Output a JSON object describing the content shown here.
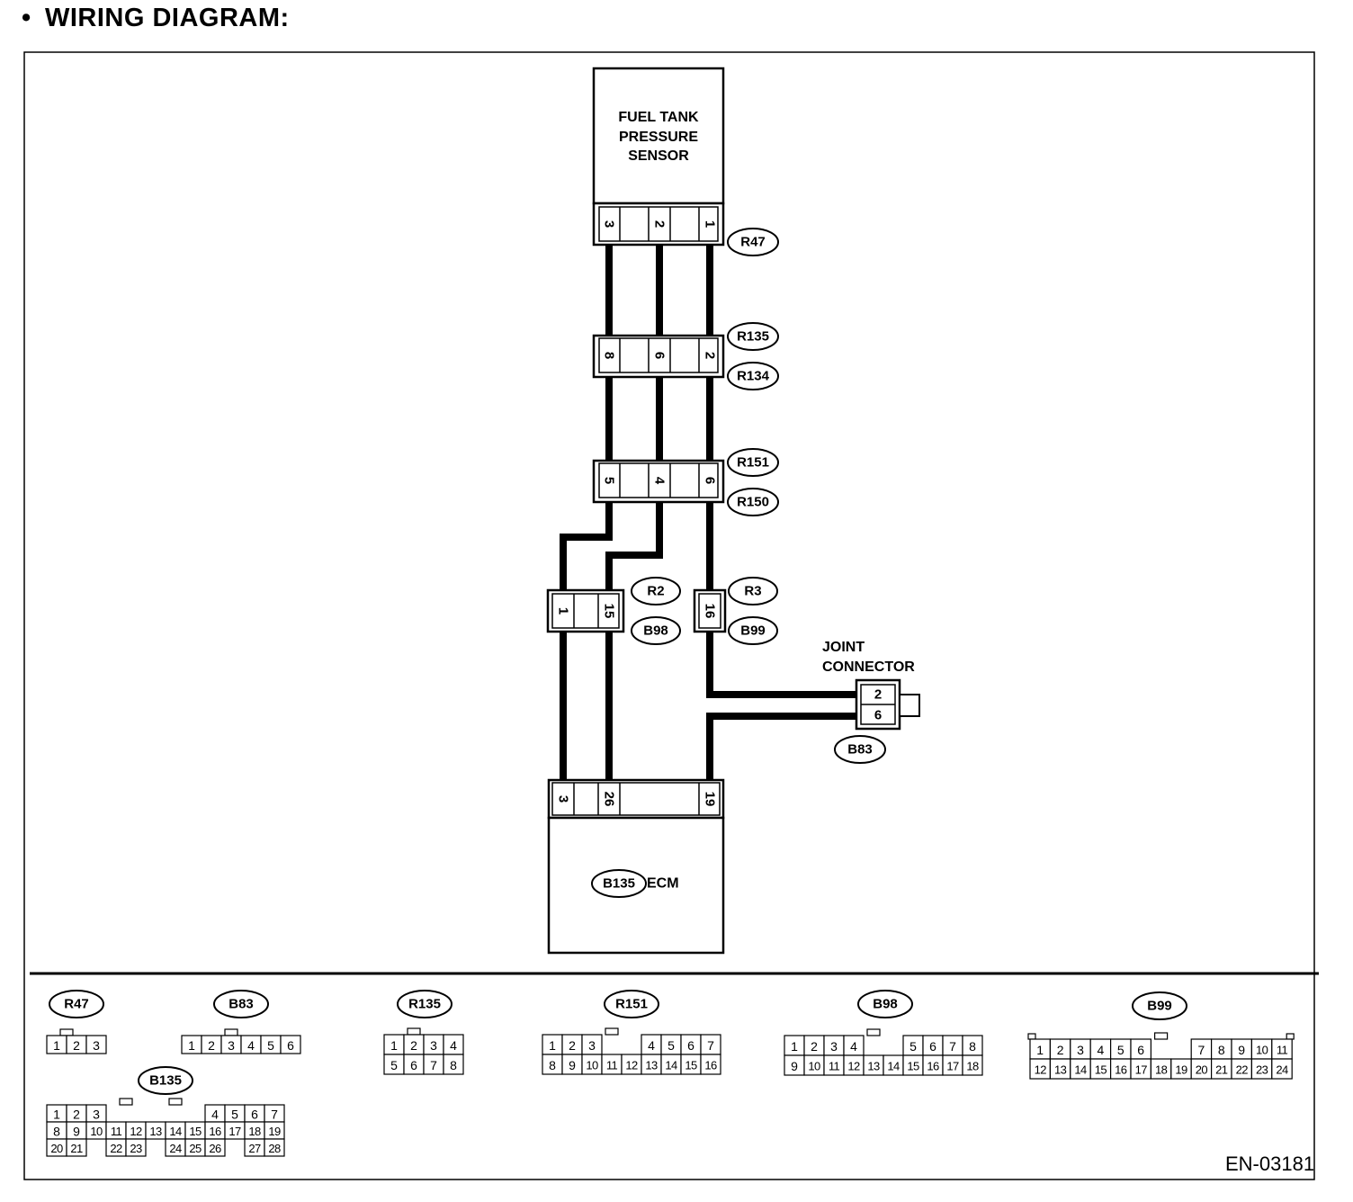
{
  "heading": {
    "bullet": "•",
    "title": "WIRING DIAGRAM:"
  },
  "components": {
    "sensor": [
      "FUEL TANK",
      "PRESSURE",
      "SENSOR"
    ],
    "ecm_connector": "B135",
    "ecm_name": "ECM",
    "joint_title": [
      "JOINT",
      "CONNECTOR"
    ]
  },
  "connectors": {
    "r47": {
      "label": "R47",
      "pins": [
        "3",
        "2",
        "1"
      ]
    },
    "r135_r134": {
      "labels": [
        "R135",
        "R134"
      ],
      "pins": [
        "8",
        "6",
        "2"
      ]
    },
    "r151_r150": {
      "labels": [
        "R151",
        "R150"
      ],
      "pins": [
        "5",
        "4",
        "6"
      ]
    },
    "r2_b98": {
      "labels": [
        "R2",
        "B98"
      ],
      "pins": [
        "1",
        "15"
      ]
    },
    "r3_b99": {
      "labels": [
        "R3",
        "B99"
      ],
      "pins": [
        "16"
      ]
    },
    "joint": {
      "label": "B83",
      "pins": [
        "2",
        "6"
      ]
    },
    "ecm": {
      "pins": [
        "3",
        "26",
        "19"
      ]
    }
  },
  "legend": {
    "r47": {
      "label": "R47",
      "rows": [
        [
          "1",
          "2",
          "3"
        ]
      ]
    },
    "b83": {
      "label": "B83",
      "rows": [
        [
          "1",
          "2",
          "3",
          "4",
          "5",
          "6"
        ]
      ]
    },
    "r135": {
      "label": "R135",
      "rows": [
        [
          "1",
          "2",
          "3",
          "4"
        ],
        [
          "5",
          "6",
          "7",
          "8"
        ]
      ]
    },
    "r151": {
      "label": "R151",
      "rows": [
        [
          "1",
          "2",
          "3",
          "4",
          "5",
          "6",
          "7"
        ],
        [
          "8",
          "9",
          "10",
          "11",
          "12",
          "13",
          "14",
          "15",
          "16"
        ]
      ]
    },
    "b98": {
      "label": "B98",
      "rows": [
        [
          "1",
          "2",
          "3",
          "4",
          "5",
          "6",
          "7",
          "8"
        ],
        [
          "9",
          "10",
          "11",
          "12",
          "13",
          "14",
          "15",
          "16",
          "17",
          "18"
        ]
      ]
    },
    "b99": {
      "label": "B99",
      "rows": [
        [
          "1",
          "2",
          "3",
          "4",
          "5",
          "6",
          "7",
          "8",
          "9",
          "10",
          "11"
        ],
        [
          "12",
          "13",
          "14",
          "15",
          "16",
          "17",
          "18",
          "19",
          "20",
          "21",
          "22",
          "23",
          "24"
        ]
      ]
    },
    "b135": {
      "label": "B135",
      "rows": [
        [
          "1",
          "2",
          "3",
          "4",
          "5",
          "6",
          "7"
        ],
        [
          "8",
          "9",
          "10",
          "11",
          "12",
          "13",
          "14",
          "15",
          "16",
          "17",
          "18",
          "19"
        ],
        [
          "20",
          "21",
          "22",
          "23",
          "24",
          "25",
          "26",
          "27",
          "28"
        ]
      ]
    }
  },
  "figure_code": "EN-03181"
}
